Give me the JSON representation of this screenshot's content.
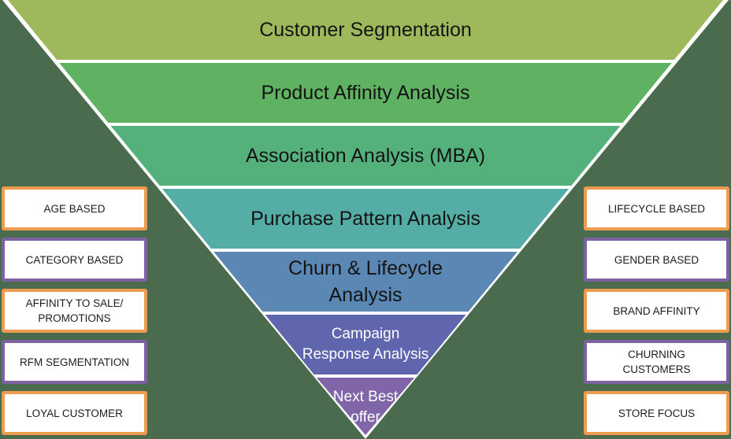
{
  "canvas": {
    "background_color": "#4B6B4F",
    "outline_color": "#FFFFFF"
  },
  "funnel": {
    "layers": [
      {
        "label": "Customer Segmentation",
        "color": "#9EB95B",
        "text_color": "#141414"
      },
      {
        "label": "Product Affinity Analysis",
        "color": "#5FB262",
        "text_color": "#141414"
      },
      {
        "label": "Association Analysis (MBA)",
        "color": "#55B17C",
        "text_color": "#141414"
      },
      {
        "label": "Purchase Pattern Analysis",
        "color": "#55AEA5",
        "text_color": "#141414"
      },
      {
        "label": "Churn & Lifecycle\nAnalysis",
        "color": "#5A87B4",
        "text_color": "#141414"
      },
      {
        "label": "Campaign\nResponse Analysis",
        "color": "#5F66AD",
        "text_color": "#FFFFFF"
      },
      {
        "label": "Next Best\noffer",
        "color": "#8065A8",
        "text_color": "#FFFFFF"
      }
    ]
  },
  "left_boxes": [
    {
      "label": "AGE BASED",
      "border_color": "#ED9B4F"
    },
    {
      "label": "CATEGORY BASED",
      "border_color": "#7D62A2"
    },
    {
      "label": "AFFINITY TO SALE/\nPROMOTIONS",
      "border_color": "#ED9B4F"
    },
    {
      "label": "RFM SEGMENTATION",
      "border_color": "#7D62A2"
    },
    {
      "label": "LOYAL CUSTOMER",
      "border_color": "#ED9B4F"
    }
  ],
  "right_boxes": [
    {
      "label": "LIFECYCLE BASED",
      "border_color": "#ED9B4F"
    },
    {
      "label": "GENDER BASED",
      "border_color": "#7D62A2"
    },
    {
      "label": "BRAND AFFINITY",
      "border_color": "#ED9B4F"
    },
    {
      "label": "CHURNING\nCUSTOMERS",
      "border_color": "#7D62A2"
    },
    {
      "label": "STORE FOCUS",
      "border_color": "#ED9B4F"
    }
  ]
}
